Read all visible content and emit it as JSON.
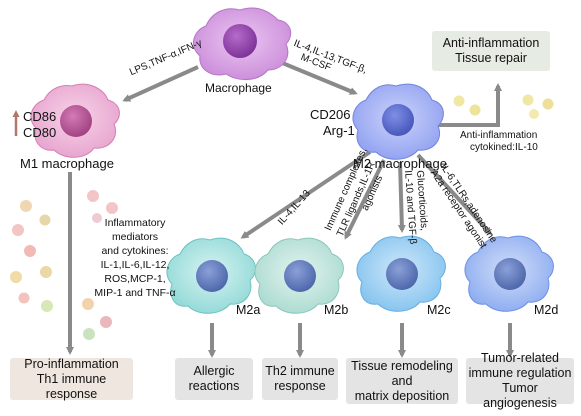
{
  "top": {
    "macrophage_label": "Macrophage",
    "m1_stimuli": "LPS,TNF-α,IFN-γ",
    "m2_stimuli_line1": "IL-4,IL-13,TGF-β,",
    "m2_stimuli_line2": "M-CSF"
  },
  "m1": {
    "marker1": "CD86",
    "marker2": "CD80",
    "label": "M1 macrophage",
    "mediators": [
      "Inflammatory",
      "mediators",
      "and cytokines:",
      "IL-1,IL-6,IL-12,",
      "ROS,MCP-1,",
      "MIP-1 and TNF-α"
    ],
    "outcome_line1": "Pro-inflammation",
    "outcome_line2": "Th1 immune response"
  },
  "m2": {
    "marker1": "CD206",
    "marker2": "Arg-1",
    "label": "M2 macrophage",
    "anti_outcome_line1": "Anti-inflammation",
    "anti_outcome_line2": "Tissue repair",
    "anti_cytokine_line1": "Anti-inflammation",
    "anti_cytokine_line2": "cytokined:IL-10"
  },
  "subtypes": [
    {
      "name": "M2a",
      "stimuli": [
        "IL-4,IL-13"
      ],
      "outcome": [
        "Allergic",
        "reactions"
      ]
    },
    {
      "name": "M2b",
      "stimuli": [
        "Immune complexes,",
        "TLR ligands,IL-1R",
        "agonists"
      ],
      "outcome": [
        "Th2 immune",
        "response"
      ]
    },
    {
      "name": "M2c",
      "stimuli": [
        "Glucorticoids,",
        "IL-10 and TGF-β"
      ],
      "outcome": [
        "Tissue remodeling",
        "and",
        "matrix deposition"
      ]
    },
    {
      "name": "M2d",
      "stimuli": [
        "IL-6,TLRs,adenosine",
        "A2a receptor agonist"
      ],
      "outcome": [
        "Tumor-related",
        "immune regulation",
        "Tumor angiogenesis"
      ]
    }
  ],
  "colors": {
    "arrow": "#8a8a8a",
    "marker_arrow": "#b07868",
    "box_bg": "#e4e4e4",
    "anti_box_bg": "#e6ebe3",
    "pro_box_bg": "#efe7df",
    "macrophage": "#c98bd8",
    "m1": "#e6a2ce",
    "m2": "#8f9ff0",
    "m2a": "#8fd8d6",
    "m2b": "#a9dad0",
    "m2c": "#82c2ee",
    "m2d": "#8aaaf0"
  }
}
